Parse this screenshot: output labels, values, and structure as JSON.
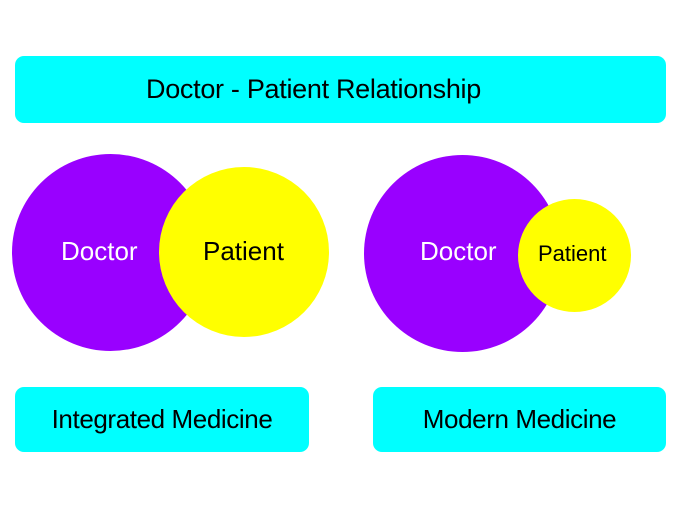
{
  "title": "Doctor - Patient Relationship",
  "colors": {
    "box_fill": "#00ffff",
    "doctor_fill": "#9900ff",
    "patient_fill": "#ffff00",
    "doctor_text": "#ffffff",
    "patient_text": "#000000",
    "background": "#ffffff"
  },
  "diagrams": [
    {
      "name": "Integrated Medicine",
      "doctor_label": "Doctor",
      "patient_label": "Patient",
      "patient_relative_size": "large"
    },
    {
      "name": "Modern Medicine",
      "doctor_label": "Doctor",
      "patient_label": "Patient",
      "patient_relative_size": "small"
    }
  ]
}
